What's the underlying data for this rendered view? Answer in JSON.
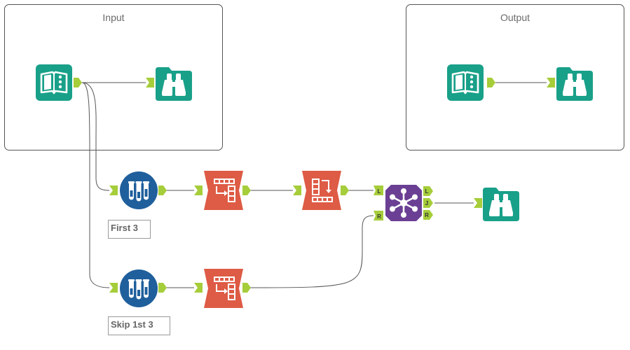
{
  "containers": {
    "input": {
      "title": "Input"
    },
    "output": {
      "title": "Output"
    }
  },
  "annotations": {
    "first3": "First 3",
    "skip3": "Skip 1st 3"
  },
  "join_anchors": {
    "left": "L",
    "right": "R",
    "out_left": "L",
    "out_join": "J",
    "out_right": "R"
  },
  "colors": {
    "connector": "#a6cd3a",
    "io_tool": "#19a089",
    "preparation_tool": "#1f5f9c",
    "transform_tool": "#de5b45",
    "join_tool": "#6b3f94",
    "wire": "#555555",
    "container_border": "#555555"
  },
  "tools": [
    {
      "name": "input-data-tool-in-container",
      "icon": "book-icon"
    },
    {
      "name": "browse-tool-in-container",
      "icon": "binoculars-icon"
    },
    {
      "name": "input-data-tool-out-container",
      "icon": "book-icon"
    },
    {
      "name": "browse-tool-out-container",
      "icon": "binoculars-icon"
    },
    {
      "name": "sample-tool-first-3",
      "icon": "test-tubes-icon"
    },
    {
      "name": "sample-tool-skip-3",
      "icon": "test-tubes-icon"
    },
    {
      "name": "record-id-tool-top",
      "icon": "record-id-icon"
    },
    {
      "name": "record-id-tool-bottom",
      "icon": "record-id-icon"
    },
    {
      "name": "sort-tool",
      "icon": "sort-icon"
    },
    {
      "name": "join-tool",
      "icon": "join-hub-icon"
    },
    {
      "name": "browse-tool-final",
      "icon": "binoculars-icon"
    }
  ]
}
